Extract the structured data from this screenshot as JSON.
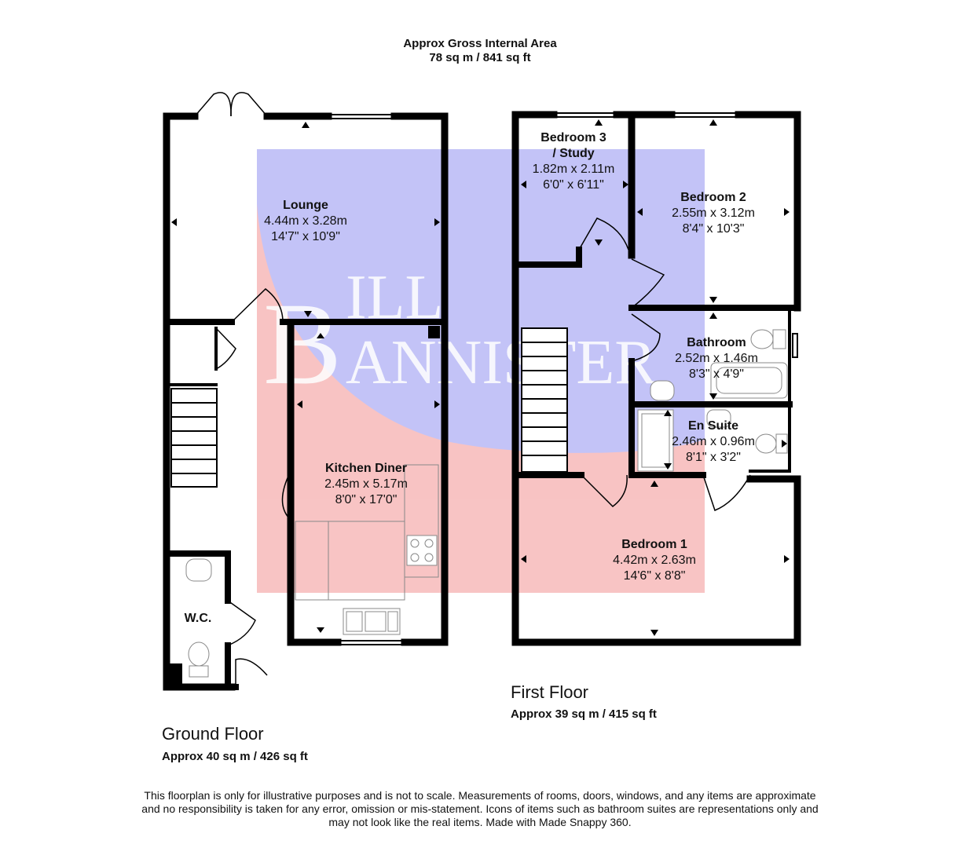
{
  "header": {
    "title": "Approx Gross Internal Area",
    "total_area": "78 sq m / 841 sq ft"
  },
  "floors": {
    "ground": {
      "title": "Ground Floor",
      "area": "Approx 40 sq m / 426 sq ft",
      "rooms": {
        "lounge": {
          "name": "Lounge",
          "metric": "4.44m x 3.28m",
          "imperial": "14'7\" x 10'9\""
        },
        "kitchen": {
          "name": "Kitchen Diner",
          "metric": "2.45m x 5.17m",
          "imperial": "8'0\" x 17'0\""
        },
        "wc": {
          "name": "W.C."
        }
      }
    },
    "first": {
      "title": "First Floor",
      "area": "Approx 39 sq m / 415 sq ft",
      "rooms": {
        "bedroom3": {
          "name_line1": "Bedroom 3",
          "name_line2": "/ Study",
          "metric": "1.82m x 2.11m",
          "imperial": "6'0\" x 6'11\""
        },
        "bedroom2": {
          "name": "Bedroom 2",
          "metric": "2.55m x 3.12m",
          "imperial": "8'4\" x 10'3\""
        },
        "bathroom": {
          "name": "Bathroom",
          "metric": "2.52m x 1.46m",
          "imperial": "8'3\" x 4'9\""
        },
        "ensuite": {
          "name": "En Suite",
          "metric": "2.46m x 0.96m",
          "imperial": "8'1\" x 3'2\""
        },
        "bedroom1": {
          "name": "Bedroom 1",
          "metric": "4.42m x 2.63m",
          "imperial": "14'6\" x 8'8\""
        }
      }
    }
  },
  "watermark": {
    "text": "BILL BANNISTER",
    "color_top": "#b8b8f5",
    "color_bottom": "#f8b8b8"
  },
  "disclaimer": {
    "line1": "This floorplan is only for illustrative purposes and is not to scale. Measurements of rooms, doors, windows, and any items are approximate",
    "line2": "and no responsibility is taken for any error, omission or mis-statement. Icons of items such as bathroom suites are representations only and",
    "line3": "may not look like the real items. Made with Made Snappy 360."
  },
  "colors": {
    "wall": "#000000",
    "fixture": "#999999"
  }
}
